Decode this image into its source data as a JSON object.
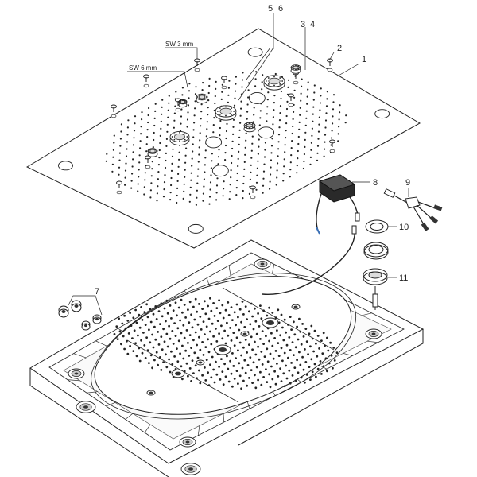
{
  "callouts": {
    "c1": "1",
    "c2": "2",
    "c3": "3",
    "c4": "4",
    "c5": "5",
    "c6": "6",
    "c7": "7",
    "c8": "8",
    "c9": "9",
    "c10": "10",
    "c11": "11"
  },
  "wrench_labels": {
    "sw3": "SW 3 mm",
    "sw6": "SW 6 mm"
  },
  "colors": {
    "line": "#222222",
    "fill": "#ffffff",
    "shade": "#dddddd",
    "dark": "#333333",
    "accent": "#3a6fb5"
  }
}
